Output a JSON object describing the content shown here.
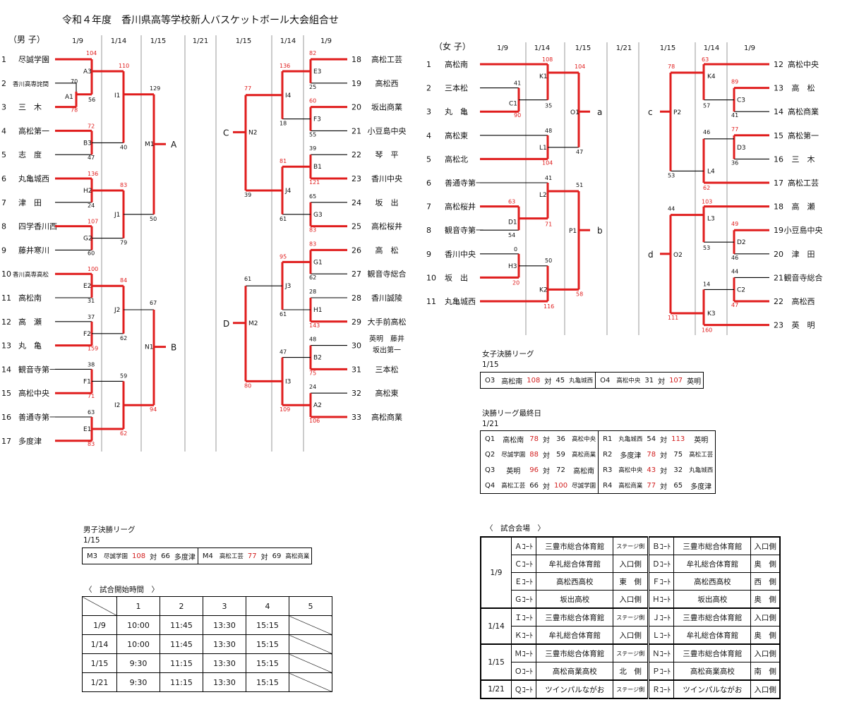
{
  "title": "令和４年度　香川県高等学校新人バスケットボール大会組合せ",
  "boys": {
    "label": "（男 子）",
    "dates_left": [
      "1/9",
      "1/14",
      "1/15",
      "1/21"
    ],
    "dates_right": [
      "1/15",
      "1/14",
      "1/9"
    ],
    "left_teams": [
      {
        "no": "1",
        "name": "尽誠学園"
      },
      {
        "no": "2",
        "name": "香川高専詫間"
      },
      {
        "no": "3",
        "name": "三　木"
      },
      {
        "no": "4",
        "name": "高松第一"
      },
      {
        "no": "5",
        "name": "志　度"
      },
      {
        "no": "6",
        "name": "丸亀城西"
      },
      {
        "no": "7",
        "name": "津　田"
      },
      {
        "no": "8",
        "name": "四学香川西"
      },
      {
        "no": "9",
        "name": "藤井寒川"
      },
      {
        "no": "10",
        "name": "香川高専高松"
      },
      {
        "no": "11",
        "name": "高松南"
      },
      {
        "no": "12",
        "name": "高　瀬"
      },
      {
        "no": "13",
        "name": "丸　亀"
      },
      {
        "no": "14",
        "name": "観音寺第一"
      },
      {
        "no": "15",
        "name": "高松中央"
      },
      {
        "no": "16",
        "name": "善通寺第一"
      },
      {
        "no": "17",
        "name": "多度津"
      }
    ],
    "right_teams": [
      {
        "no": "18",
        "name": "高松工芸"
      },
      {
        "no": "19",
        "name": "高松西"
      },
      {
        "no": "20",
        "name": "坂出商業"
      },
      {
        "no": "21",
        "name": "小豆島中央"
      },
      {
        "no": "22",
        "name": "琴　平"
      },
      {
        "no": "23",
        "name": "香川中央"
      },
      {
        "no": "24",
        "name": "坂　出"
      },
      {
        "no": "25",
        "name": "高松桜井"
      },
      {
        "no": "26",
        "name": "高　松"
      },
      {
        "no": "27",
        "name": "観音寺総合"
      },
      {
        "no": "28",
        "name": "香川誠陵"
      },
      {
        "no": "29",
        "name": "大手前高松"
      },
      {
        "no": "30",
        "name": "英明　藤井\n坂出第一"
      },
      {
        "no": "31",
        "name": "三本松"
      },
      {
        "no": "32",
        "name": "高松東"
      },
      {
        "no": "33",
        "name": "高松商業"
      }
    ],
    "group_labels": [
      "A",
      "B",
      "C",
      "D"
    ]
  },
  "girls": {
    "label": "（女 子）",
    "dates_left": [
      "1/9",
      "1/14",
      "1/15",
      "1/21"
    ],
    "dates_right": [
      "1/15",
      "1/14",
      "1/9"
    ],
    "left_teams": [
      {
        "no": "1",
        "name": "高松南"
      },
      {
        "no": "2",
        "name": "三本松"
      },
      {
        "no": "3",
        "name": "丸　亀"
      },
      {
        "no": "4",
        "name": "高松東"
      },
      {
        "no": "5",
        "name": "高松北"
      },
      {
        "no": "6",
        "name": "善通寺第一"
      },
      {
        "no": "7",
        "name": "高松桜井"
      },
      {
        "no": "8",
        "name": "観音寺第一"
      },
      {
        "no": "9",
        "name": "香川中央"
      },
      {
        "no": "10",
        "name": "坂　出"
      },
      {
        "no": "11",
        "name": "丸亀城西"
      }
    ],
    "right_teams": [
      {
        "no": "12",
        "name": "高松中央"
      },
      {
        "no": "13",
        "name": "高　松"
      },
      {
        "no": "14",
        "name": "高松商業"
      },
      {
        "no": "15",
        "name": "高松第一"
      },
      {
        "no": "16",
        "name": "三　木"
      },
      {
        "no": "17",
        "name": "高松工芸"
      },
      {
        "no": "18",
        "name": "高　瀬"
      },
      {
        "no": "19",
        "name": "小豆島中央"
      },
      {
        "no": "20",
        "name": "津　田"
      },
      {
        "no": "21",
        "name": "観音寺総合"
      },
      {
        "no": "22",
        "name": "高松西"
      },
      {
        "no": "23",
        "name": "英　明"
      }
    ],
    "group_labels": [
      "a",
      "b",
      "c",
      "d"
    ]
  },
  "girls_final": {
    "heading": "女子決勝リーグ",
    "date": "1/15",
    "rows": [
      [
        {
          "code": "O3",
          "a": "高松南",
          "sa": "108",
          "vs": "対",
          "sb": "45",
          "b": "丸亀城西",
          "win": "a"
        },
        {
          "code": "O4",
          "a": "高松中央",
          "sa": "31",
          "vs": "対",
          "sb": "107",
          "b": "英明",
          "win": "b"
        }
      ]
    ]
  },
  "final_day": {
    "heading": "決勝リーグ最終日",
    "date": "1/21",
    "rows": [
      [
        {
          "code": "Q1",
          "a": "高松南",
          "sa": "78",
          "vs": "対",
          "sb": "36",
          "b": "高松中央",
          "win": "a"
        },
        {
          "code": "R1",
          "a": "丸亀城西",
          "sa": "54",
          "vs": "対",
          "sb": "113",
          "b": "英明",
          "win": "b"
        }
      ],
      [
        {
          "code": "Q2",
          "a": "尽誠学園",
          "sa": "88",
          "vs": "対",
          "sb": "59",
          "b": "高松商業",
          "win": "a"
        },
        {
          "code": "R2",
          "a": "多度津",
          "sa": "78",
          "vs": "対",
          "sb": "75",
          "b": "高松工芸",
          "win": "a"
        }
      ],
      [
        {
          "code": "Q3",
          "a": "英明",
          "sa": "96",
          "vs": "対",
          "sb": "72",
          "b": "高松南",
          "win": "a"
        },
        {
          "code": "R3",
          "a": "高松中央",
          "sa": "43",
          "vs": "対",
          "sb": "32",
          "b": "丸亀城西",
          "win": "a"
        }
      ],
      [
        {
          "code": "Q4",
          "a": "高松工芸",
          "sa": "66",
          "vs": "対",
          "sb": "100",
          "b": "尽誠学園",
          "win": "b"
        },
        {
          "code": "R4",
          "a": "高松商業",
          "sa": "77",
          "vs": "対",
          "sb": "65",
          "b": "多度津",
          "win": "a"
        }
      ]
    ]
  },
  "boys_final": {
    "heading": "男子決勝リーグ",
    "date": "1/15",
    "rows": [
      [
        {
          "code": "M3",
          "a": "尽誠学園",
          "sa": "108",
          "vs": "対",
          "sb": "66",
          "b": "多度津",
          "win": "a"
        },
        {
          "code": "M4",
          "a": "高松工芸",
          "sa": "77",
          "vs": "対",
          "sb": "69",
          "b": "高松商業",
          "win": "a"
        }
      ]
    ]
  },
  "start_times": {
    "heading": "〈　試合開始時間　〉",
    "columns": [
      "1",
      "2",
      "3",
      "4",
      "5"
    ],
    "rows": [
      {
        "date": "1/9",
        "times": [
          "10:00",
          "11:45",
          "13:30",
          "15:15"
        ]
      },
      {
        "date": "1/14",
        "times": [
          "10:00",
          "11:45",
          "13:30",
          "15:15"
        ]
      },
      {
        "date": "1/15",
        "times": [
          "9:30",
          "11:15",
          "13:30",
          "15:15"
        ]
      },
      {
        "date": "1/21",
        "times": [
          "9:30",
          "11:15",
          "13:30",
          "15:15"
        ]
      }
    ]
  },
  "venues": {
    "heading": "〈　試合会場　〉",
    "groups": [
      {
        "date": "1/9",
        "rows": [
          [
            "Ａｺｰﾄ",
            "三豊市総合体育館",
            "ステージ側",
            "Ｂｺｰﾄ",
            "三豊市総合体育館",
            "入口側"
          ],
          [
            "Ｃｺｰﾄ",
            "牟礼総合体育館",
            "入口側",
            "Ｄｺｰﾄ",
            "牟礼総合体育館",
            "奥　側"
          ],
          [
            "Ｅｺｰﾄ",
            "高松西高校",
            "東　側",
            "Ｆｺｰﾄ",
            "高松西高校",
            "西　側"
          ],
          [
            "Ｇｺｰﾄ",
            "坂出高校",
            "入口側",
            "Ｈｺｰﾄ",
            "坂出高校",
            "奥　側"
          ]
        ]
      },
      {
        "date": "1/14",
        "rows": [
          [
            "Ｉｺｰﾄ",
            "三豊市総合体育館",
            "ステージ側",
            "Ｊｺｰﾄ",
            "三豊市総合体育館",
            "入口側"
          ],
          [
            "Ｋｺｰﾄ",
            "牟礼総合体育館",
            "入口側",
            "Ｌｺｰﾄ",
            "牟礼総合体育館",
            "奥　側"
          ]
        ]
      },
      {
        "date": "1/15",
        "rows": [
          [
            "Ｍｺｰﾄ",
            "三豊市総合体育館",
            "ステージ側",
            "Ｎｺｰﾄ",
            "三豊市総合体育館",
            "入口側"
          ],
          [
            "Ｏｺｰﾄ",
            "高松商業高校",
            "北　側",
            "Ｐｺｰﾄ",
            "高松商業高校",
            "南　側"
          ]
        ]
      },
      {
        "date": "1/21",
        "rows": [
          [
            "Ｑｺｰﾄ",
            "ツインパルながお",
            "ステージ側",
            "Ｒｺｰﾄ",
            "ツインパルながお",
            "入口側"
          ]
        ]
      }
    ]
  },
  "colors": {
    "winner_line": "#e01e1e",
    "line": "#000000",
    "divider": "#9a9a9a"
  }
}
